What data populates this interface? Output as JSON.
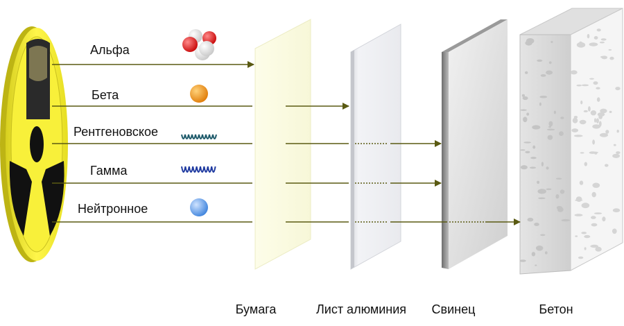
{
  "radiation_types": [
    {
      "label": "Альфа",
      "icon": "alpha-particle-icon",
      "stops_at": "paper"
    },
    {
      "label": "Бета",
      "icon": "beta-particle-icon",
      "stops_at": "aluminium"
    },
    {
      "label": "Рентгеновское",
      "icon": "xray-wave-icon",
      "stops_at": "lead"
    },
    {
      "label": "Гамма",
      "icon": "gamma-wave-icon",
      "stops_at": "lead"
    },
    {
      "label": "Нейтронное",
      "icon": "neutron-particle-icon",
      "stops_at": "concrete"
    }
  ],
  "materials": [
    {
      "key": "paper",
      "label": "Бумага"
    },
    {
      "key": "aluminium",
      "label": "Лист алюминия"
    },
    {
      "key": "lead",
      "label": "Свинец"
    },
    {
      "key": "concrete",
      "label": "Бетон"
    }
  ],
  "colors": {
    "arrow": "#5a5a12",
    "hazard_yellow": "#f5ec1a",
    "hazard_black": "#111111",
    "hazard_rim": "#c9c020",
    "alpha_red": "#e01010",
    "alpha_white": "#f2f2f2",
    "beta_orange": "#f29a1e",
    "xray_wave": "#1e5a6a",
    "gamma_wave": "#1f3aa0",
    "neutron_blue": "#5ea0ee",
    "paper": "#fbfbe6",
    "aluminium": "#eceef2",
    "lead": "#d8d8d8",
    "concrete": "#f4f4f4"
  }
}
